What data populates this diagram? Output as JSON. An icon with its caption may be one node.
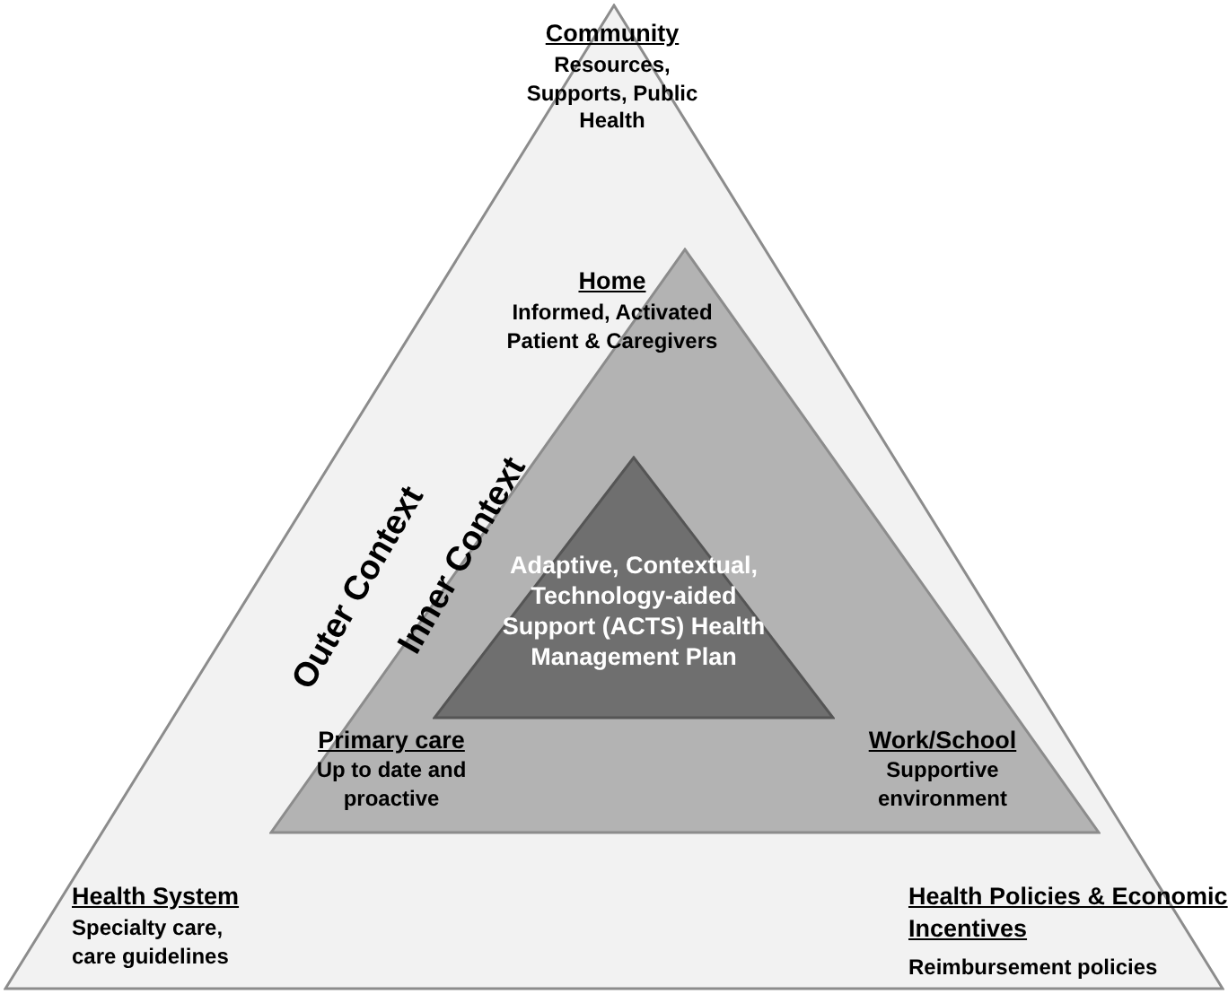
{
  "diagram": {
    "nodes": [
      {
        "text": [
          "Outer Context"
        ]
      },
      {
        "text": [
          "Inner Context"
        ],
        "in": 0
      },
      {
        "text": [
          "Adaptive, Contextual, Technology-aided Support (ACTS) Health Management Plan"
        ],
        "in": 1
      }
    ],
    "labels": [
      "Community",
      "Resources, Supports, Public Health",
      "Home",
      "Informed, Activated Patient & Caregivers",
      "Primary care",
      "Up to date and proactive",
      "Work/School",
      "Supportive environment",
      "Health System",
      "Specialty care, care guidelines",
      "Health Policies & Economic Incentives",
      "Reimbursement policies"
    ]
  }
}
